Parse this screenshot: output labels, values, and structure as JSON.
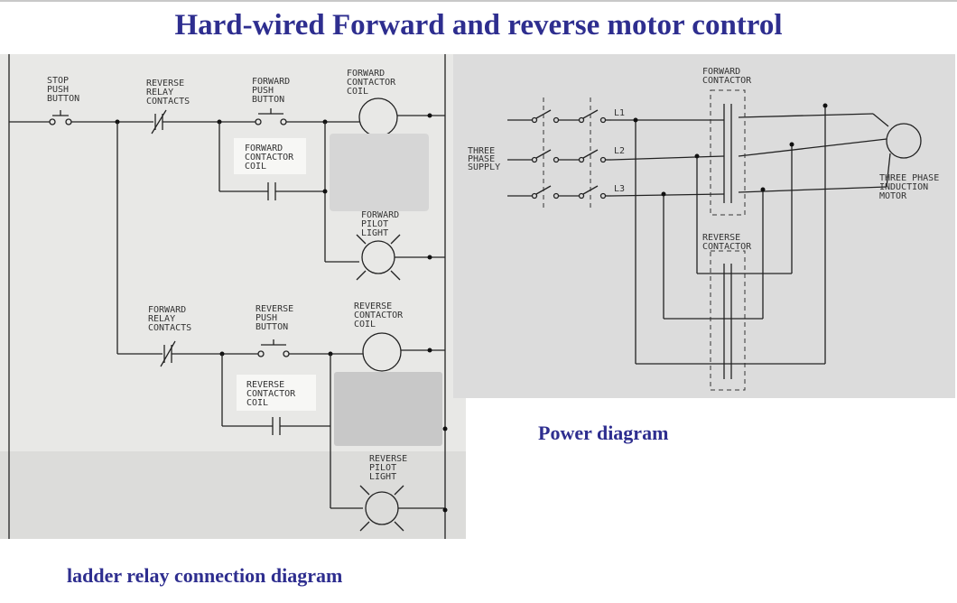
{
  "title": "Hard-wired  Forward and reverse motor control",
  "captions": {
    "ladder": "ladder relay connection diagram",
    "power": "Power diagram"
  },
  "ladder": {
    "stop_push_button": [
      "STOP",
      "PUSH",
      "BUTTON"
    ],
    "reverse_relay_contacts": [
      "REVERSE",
      "RELAY",
      "CONTACTS"
    ],
    "forward_push_button": [
      "FORWARD",
      "PUSH",
      "BUTTON"
    ],
    "forward_contactor_coil": [
      "FORWARD",
      "CONTACTOR",
      "COIL"
    ],
    "forward_holding_label": [
      "FORWARD",
      "CONTACTOR",
      "COIL"
    ],
    "forward_pilot_light": [
      "FORWARD",
      "PILOT",
      "LIGHT"
    ],
    "forward_relay_contacts": [
      "FORWARD",
      "RELAY",
      "CONTACTS"
    ],
    "reverse_push_button": [
      "REVERSE",
      "PUSH",
      "BUTTON"
    ],
    "reverse_contactor_coil": [
      "REVERSE",
      "CONTACTOR",
      "COIL"
    ],
    "reverse_holding_label": [
      "REVERSE",
      "CONTACTOR",
      "COIL"
    ],
    "reverse_pilot_light": [
      "REVERSE",
      "PILOT",
      "LIGHT"
    ]
  },
  "power": {
    "forward_contactor": [
      "FORWARD",
      "CONTACTOR"
    ],
    "three_phase_supply": [
      "THREE",
      "PHASE",
      "SUPPLY"
    ],
    "lines": [
      "L1",
      "L2",
      "L3"
    ],
    "reverse_contactor": [
      "REVERSE",
      "CONTACTOR"
    ],
    "motor": [
      "THREE PHASE",
      "INDUCTION",
      "MOTOR"
    ]
  }
}
